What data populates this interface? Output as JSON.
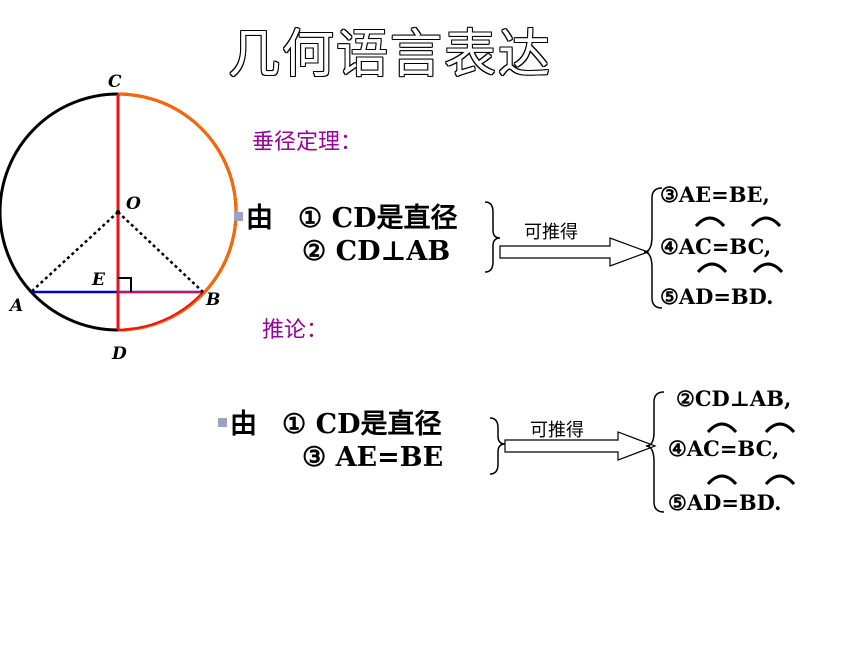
{
  "title": "几何语言表达",
  "theorem_label": "垂径定理：",
  "corollary_label": "推论：",
  "diagram": {
    "points": {
      "C": "C",
      "O": "O",
      "E": "E",
      "A": "A",
      "B": "B",
      "D": "D"
    },
    "colors": {
      "circle": "#000000",
      "chord_ab": "#0000cc",
      "diameter_cd": "#ee1111",
      "arc_cb": "#ff6600",
      "dotted": "#000000"
    }
  },
  "theorem": {
    "you": "由",
    "cond1": "① CD是直径",
    "cond2": "② CD⊥AB",
    "arrow_label": "可推得",
    "results": [
      "③AE=BE,",
      "④AC=BC,",
      "⑤AD=BD."
    ]
  },
  "corollary": {
    "you": "由",
    "cond1": "① CD是直径",
    "cond2": "③ AE=BE",
    "arrow_label": "可推得",
    "results": [
      "②CD⊥AB,",
      "④AC=BC,",
      "⑤AD=BD."
    ]
  }
}
